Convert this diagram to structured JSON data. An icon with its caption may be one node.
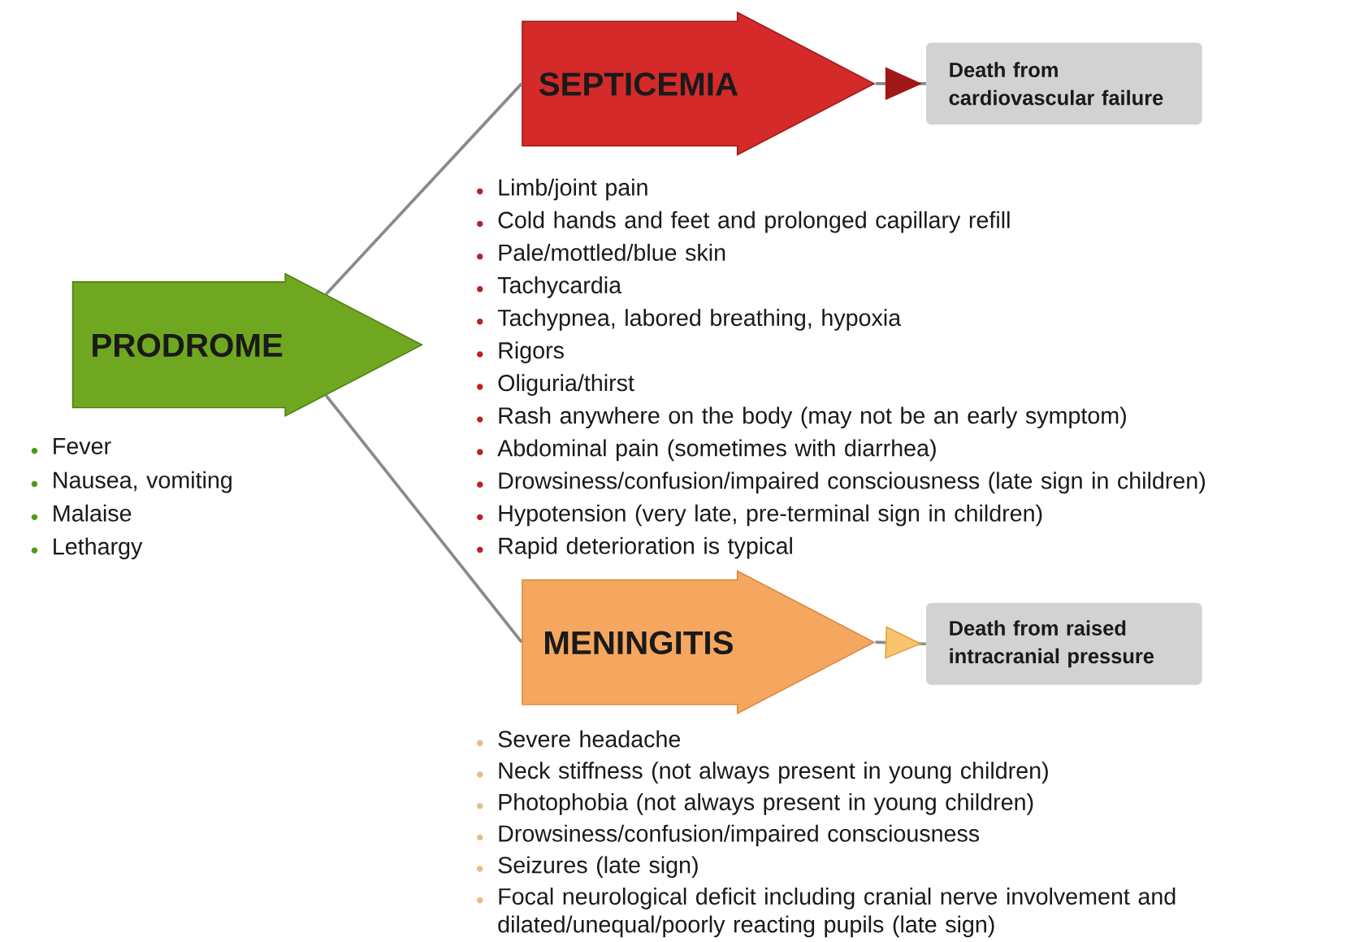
{
  "diagram": {
    "nodes": [
      {
        "text": [
          "PRODROME"
        ],
        "beside": [
          "Fever",
          "Nausea, vomiting",
          "Malaise",
          "Lethargy"
        ]
      },
      {
        "text": [
          "SEPTICEMIA"
        ],
        "beside": [
          "Limb/joint pain",
          "Cold hands and feet and prolonged capillary refill",
          "Pale/mottled/blue skin",
          "Tachycardia",
          "Tachypnea, labored breathing, hypoxia",
          "Rigors",
          "Oliguria/thirst",
          "Rash anywhere on the body (may not be an early symptom)",
          "Abdominal pain (sometimes with diarrhea)",
          "Drowsiness/confusion/impaired consciousness (late sign in children)",
          "Hypotension (very late, pre-terminal sign in children)",
          "Rapid deterioration is typical"
        ]
      },
      {
        "text": [
          "Death from cardiovascular failure"
        ]
      },
      {
        "text": [
          "MENINGITIS"
        ],
        "beside": [
          "Severe headache",
          "Neck stiffness (not always present in young children)",
          "Photophobia (not always present in young children)",
          "Drowsiness/confusion/impaired consciousness",
          "Seizures (late sign)",
          "Focal neurological deficit including cranial nerve involvement and dilated/unequal/poorly reacting pupils (late sign)"
        ]
      },
      {
        "text": [
          "Death from raised intracranial pressure"
        ]
      }
    ],
    "edges": [
      {
        "from": 0,
        "to": 1,
        "arrow": "none"
      },
      {
        "from": 0,
        "to": 3,
        "arrow": "none"
      },
      {
        "from": 1,
        "to": 2,
        "arrow": "to"
      },
      {
        "from": 3,
        "to": 4,
        "arrow": "to"
      }
    ]
  }
}
